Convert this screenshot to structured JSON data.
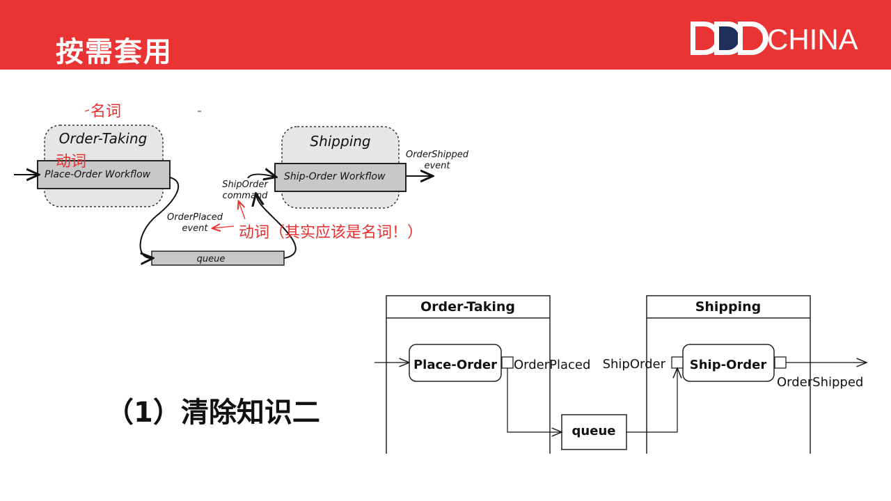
{
  "header": {
    "title": "按需套用",
    "logo_text": "CHINA",
    "logo_letters": [
      "D",
      "D",
      "D"
    ]
  },
  "sketch": {
    "context_left": "Order-Taking",
    "workflow_left": "Place-Order  Workflow",
    "context_right": "Shipping",
    "workflow_right": "Ship-Order  Workflow",
    "event_out_line1": "OrderShipped",
    "event_out_line2": "event",
    "command_line1": "ShipOrder",
    "command_line2": "command",
    "placed_line1": "OrderPlaced",
    "placed_line2": "event",
    "queue": "queue"
  },
  "annotations": {
    "noun": "名词",
    "verb": "动词",
    "verb_note": "动词（其实应该是名词！）"
  },
  "subtitle": "（1）清除知识二",
  "diagram": {
    "left_context": "Order-Taking",
    "right_context": "Shipping",
    "left_workflow": "Place-Order",
    "right_workflow": "Ship-Order",
    "left_port_label": "OrderPlaced",
    "right_port_label": "ShipOrder",
    "out_label": "OrderShipped",
    "queue": "queue"
  }
}
